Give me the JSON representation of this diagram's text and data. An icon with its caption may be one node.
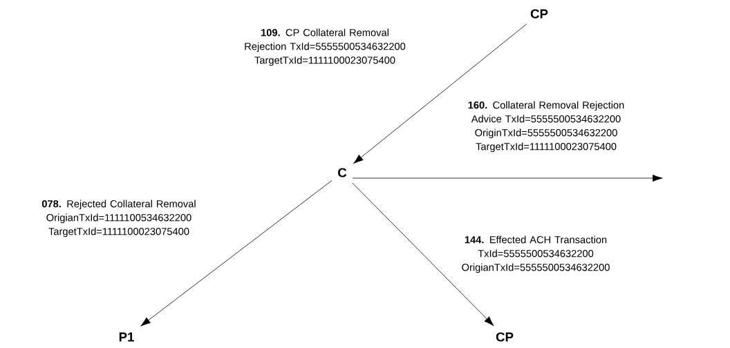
{
  "diagram": {
    "nodes": [
      {
        "text": [
          "CP"
        ]
      },
      {
        "text": [
          "C"
        ]
      },
      {
        "text": [
          "P1"
        ]
      },
      {
        "text": [
          "CP"
        ]
      }
    ],
    "edges": [
      {
        "from": 0,
        "to": 1,
        "arrow": "to",
        "label": "**109.** CP Collateral Removal Rejection TxId=5555500534632200 TargetTxId=1111100023075400"
      },
      {
        "from": 1,
        "to": null,
        "arrow": "to",
        "label": "**160.** Collateral Removal Rejection Advice TxId=5555500534632200 OriginTxId=5555500534632200 TargetTxId=1111100023075400"
      },
      {
        "from": 1,
        "to": 2,
        "arrow": "to",
        "label": "**078.** Rejected Collateral Removal OrigianTxId=1111100534632200 TargetTxId=1111100023075400"
      },
      {
        "from": 1,
        "to": 3,
        "arrow": "to",
        "label": "**144.** Effected ACH Transaction TxId=5555500534632200 OrigianTxId=5555500534632200"
      }
    ]
  }
}
